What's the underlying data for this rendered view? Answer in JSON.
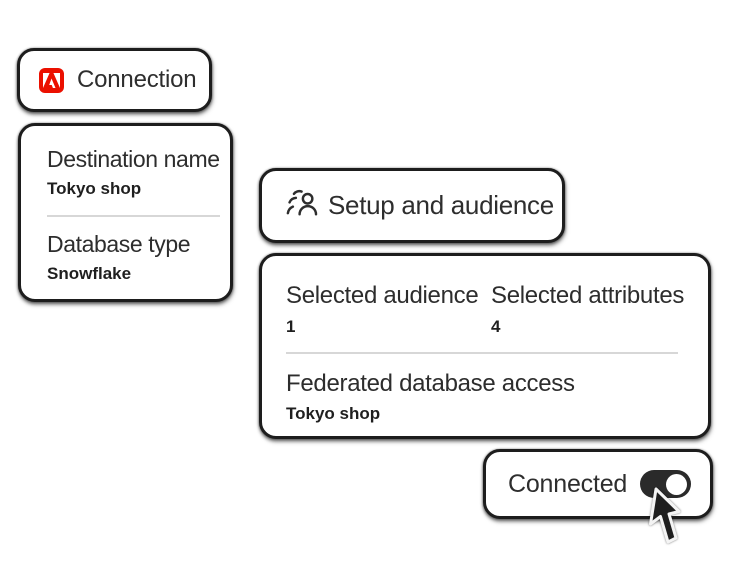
{
  "colors": {
    "background": "#ffffff",
    "card_background": "#ffffff",
    "card_border": "#1d1d1d",
    "text_primary": "#2e2e2e",
    "text_value": "#1f1f1f",
    "divider": "#d7d7d7",
    "adobe_red": "#EB1000",
    "toggle_on_background": "#2a2a2a",
    "toggle_knob": "#ffffff"
  },
  "icons": {
    "adobe_logo": "adobe-a-logo",
    "setup": "audience-user-group-icon",
    "toggle": "toggle-switch-on",
    "cursor": "arrow-pointer-cursor"
  },
  "cards": {
    "connection": {
      "label": "Connection"
    },
    "destination": {
      "fields": [
        {
          "label": "Destination name",
          "value": "Tokyo shop"
        },
        {
          "label": "Database type",
          "value": "Snowflake"
        }
      ]
    },
    "setup": {
      "label": "Setup and audience"
    },
    "stats": {
      "metrics": [
        {
          "label": "Selected audience",
          "value": "1"
        },
        {
          "label": "Selected attributes",
          "value": "4"
        }
      ],
      "field": {
        "label": "Federated database access",
        "value": "Tokyo shop"
      }
    },
    "connected": {
      "label": "Connected",
      "toggle_state": "on"
    }
  }
}
